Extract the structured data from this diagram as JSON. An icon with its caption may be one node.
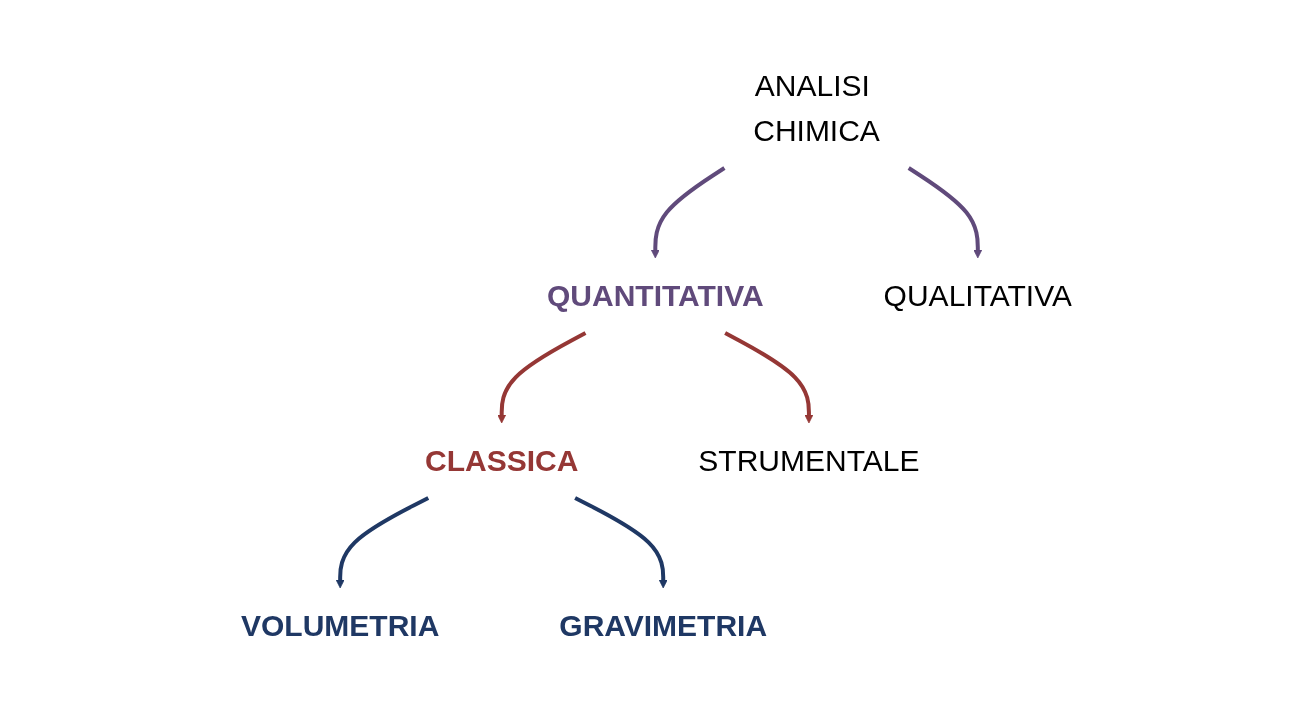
{
  "diagram": {
    "nodes": [
      {
        "text": [
          "ANALISI CHIMICA"
        ]
      },
      {
        "text": [
          "QUANTITATIVA"
        ]
      },
      {
        "text": [
          "QUALITATIVA"
        ]
      },
      {
        "text": [
          "CLASSICA"
        ]
      },
      {
        "text": [
          "STRUMENTALE"
        ]
      },
      {
        "text": [
          "VOLUMETRIA"
        ]
      },
      {
        "text": [
          "GRAVIMETRIA"
        ]
      }
    ],
    "edges": [
      {
        "from": 0,
        "to": 1,
        "arrow": "to",
        "color": "#604a7b"
      },
      {
        "from": 0,
        "to": 2,
        "arrow": "to",
        "color": "#604a7b"
      },
      {
        "from": 1,
        "to": 3,
        "arrow": "to",
        "color": "#953735"
      },
      {
        "from": 1,
        "to": 4,
        "arrow": "to",
        "color": "#953735"
      },
      {
        "from": 3,
        "to": 5,
        "arrow": "to",
        "color": "#1f3864"
      },
      {
        "from": 3,
        "to": 6,
        "arrow": "to",
        "color": "#1f3864"
      }
    ]
  }
}
